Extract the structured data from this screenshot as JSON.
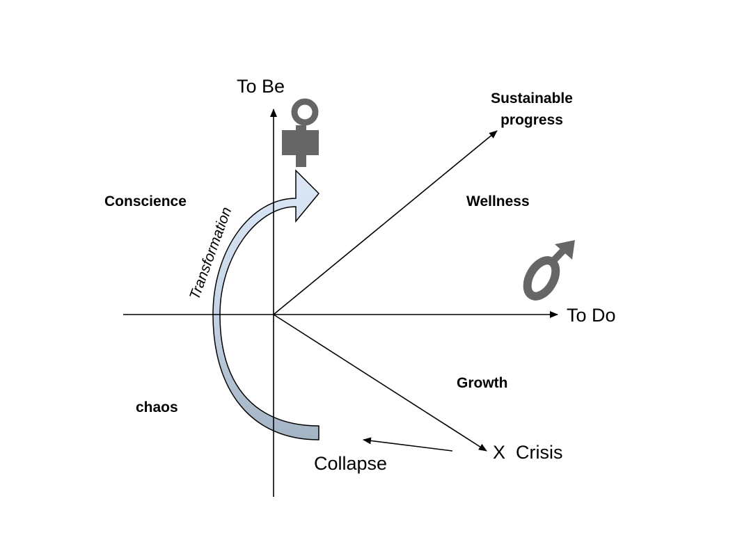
{
  "axes": {
    "y_label": "To Be",
    "x_label": "To Do"
  },
  "labels": {
    "sustainable_line1": "Sustainable",
    "sustainable_line2": "progress",
    "wellness": "Wellness",
    "conscience": "Conscience",
    "transformation": "Transformation",
    "growth": "Growth",
    "chaos": "chaos",
    "crisis": "X  Crisis",
    "collapse": "Collapse"
  },
  "colors": {
    "wellness": "#6aa84f",
    "growth": "#e00000",
    "symbol": "#666666",
    "arrow_top": "#dce8f6",
    "arrow_bottom": "#a4b4c4"
  },
  "icons": {
    "top_symbol": "venus-symbol-icon",
    "right_symbol": "mars-symbol-icon"
  }
}
